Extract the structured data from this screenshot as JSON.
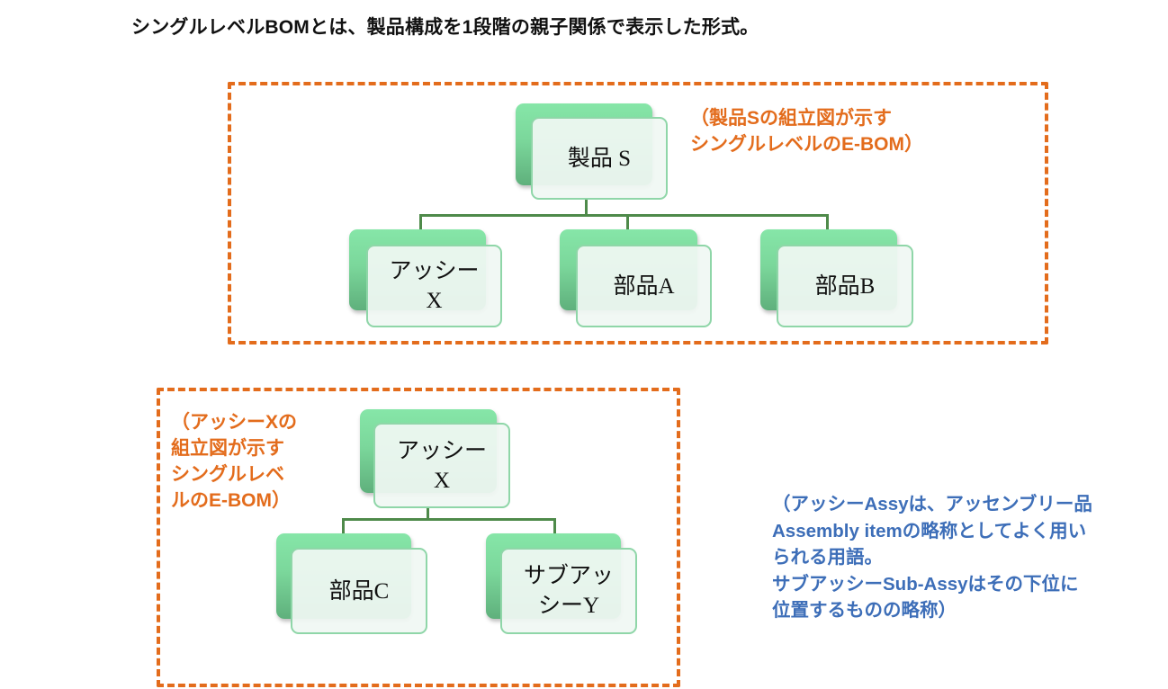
{
  "heading": "シングルレベルBOMとは、製品構成を1段階の親子関係で表示した形式。",
  "colors": {
    "frame_dash": "#e36c1c",
    "node_green": "#86e6a8",
    "node_border": "#8fd6a8",
    "connector": "#4e8a4a",
    "note_orange": "#e36c1c",
    "note_blue": "#3d6eb8"
  },
  "diagram_top": {
    "parent": "製品 S",
    "children": [
      "アッシー\nX",
      "部品A",
      "部品B"
    ],
    "caption": "（製品Sの組立図が示す\nシングルレベルのE-BOM）"
  },
  "diagram_bottom": {
    "parent": "アッシー\nX",
    "children": [
      "部品C",
      "サブアッ\nシーY"
    ],
    "caption": "（アッシーXの\n組立図が示す\nシングルレベ\nルのE-BOM）"
  },
  "footnote": "（アッシーAssyは、アッセンブリー品\nAssembly itemの略称としてよく用い\nられる用語。\nサブアッシーSub-Assyはその下位に\n位置するものの略称）"
}
